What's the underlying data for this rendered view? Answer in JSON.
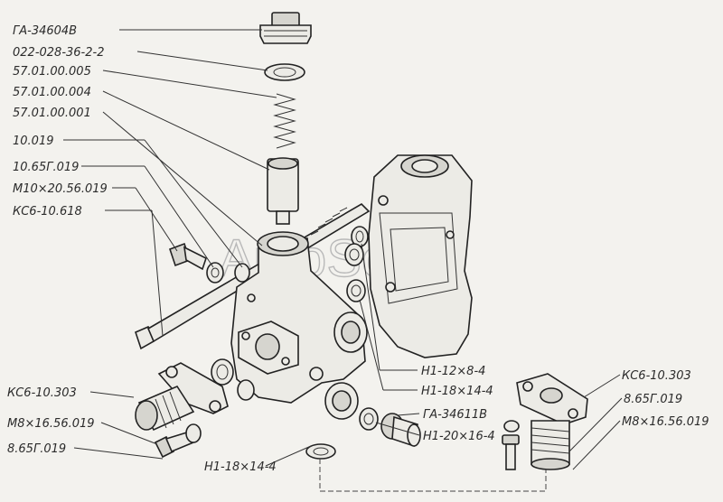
{
  "labels_left": [
    "ГА-34604В",
    "022-028-36-2-2",
    "57.01.00.005",
    "57.01.00.004",
    "57.01.00.001",
    "10.019",
    "10.65Г.019",
    "М10×20.56.019",
    "КС6-10.618"
  ],
  "labels_bottom_left": [
    "КС6-10.303",
    "М8×16.56.019",
    "8.65Г.019"
  ],
  "labels_right": [
    "Н1-12×8-4",
    "Н1-18×14-4",
    "ГА-34611В",
    "Н1-20×16-4"
  ],
  "labels_right_top": [
    "КС6-10.303",
    "8.65Г.019",
    "М8×16.56.019"
  ],
  "label_bottom_center": "Н1-18×14-4",
  "watermark": "AutoSoft"
}
